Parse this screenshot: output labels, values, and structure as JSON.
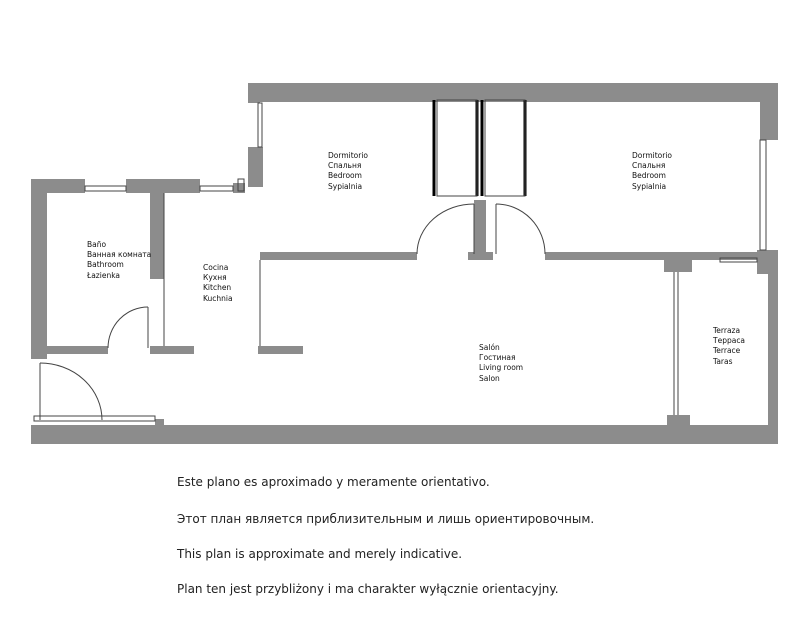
{
  "colors": {
    "wall": "#8c8c8c",
    "line": "#444444",
    "closet": "#000000",
    "text": "#222222"
  },
  "rooms": {
    "bathroom": [
      "Baño",
      "Ванная комната",
      "Bathroom",
      "Łazienka"
    ],
    "kitchen": [
      "Cocina",
      "Кухня",
      "Kitchen",
      "Kuchnia"
    ],
    "bedroom_1": [
      "Dormitorio",
      "Спальня",
      "Bedroom",
      "Sypialnia"
    ],
    "bedroom_2": [
      "Dormitorio",
      "Спальня",
      "Bedroom",
      "Sypialnia"
    ],
    "living": [
      "Salón",
      "Гостиная",
      "Living room",
      "Salon"
    ],
    "terrace": [
      "Terraza",
      "Терраса",
      "Terrace",
      "Taras"
    ]
  },
  "disclaimer": [
    "Este plano es aproximado y meramente orientativo.",
    "Этот план является приблизительным и лишь ориентировочным.",
    "This plan is approximate and merely indicative.",
    "Plan ten jest przybliżony i ma charakter wyłącznie orientacyjny."
  ]
}
